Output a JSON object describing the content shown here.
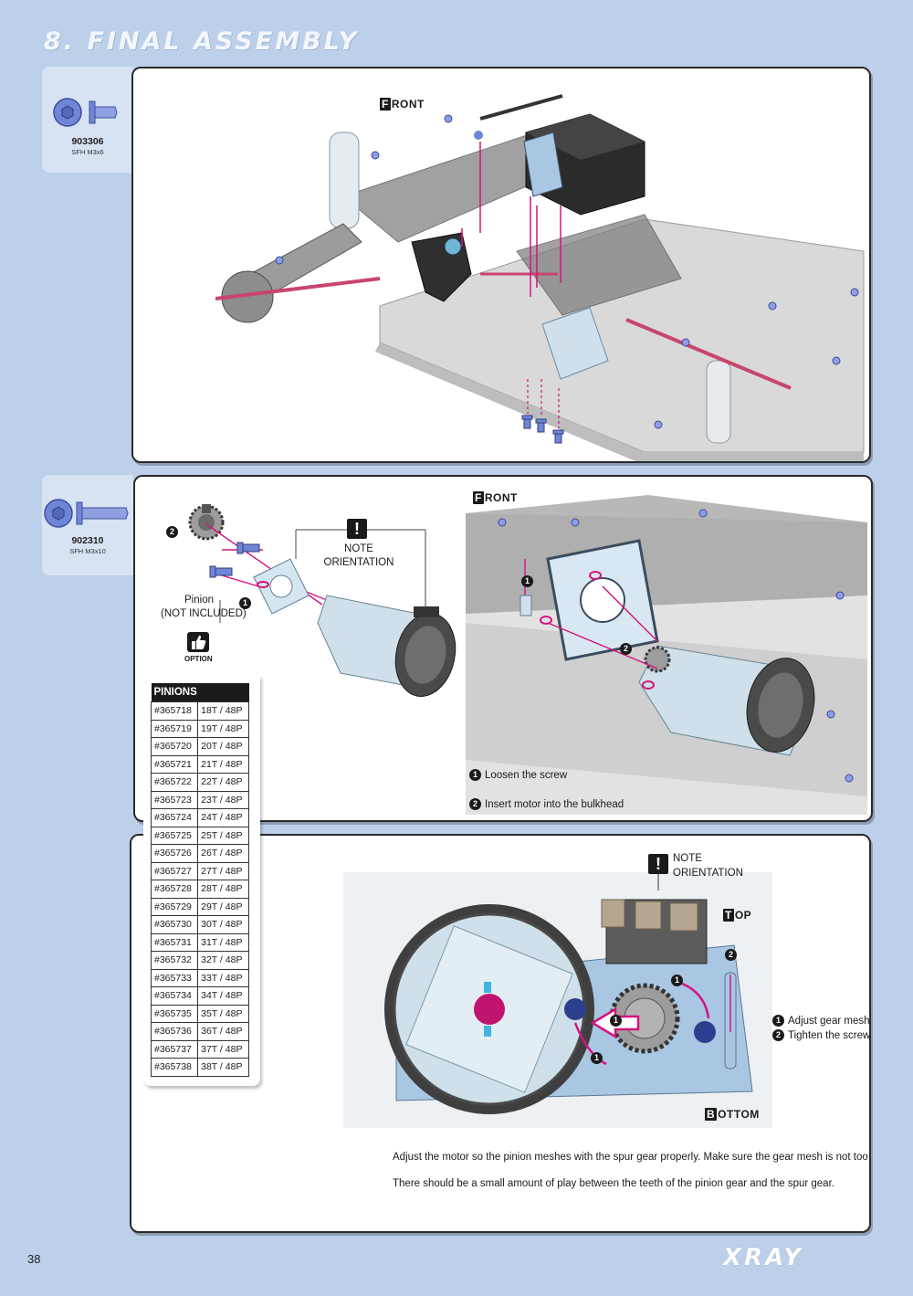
{
  "section_title": "8. FINAL ASSEMBLY",
  "page_number": "38",
  "brand": "XRAY",
  "parts": [
    {
      "code": "903306",
      "desc": "SFH M3x6"
    },
    {
      "code": "902310",
      "desc": "SFH M3x10"
    }
  ],
  "directions": {
    "front_first": "F",
    "front_rest": "RONT",
    "top_first": "T",
    "top_rest": "OP",
    "bottom_first": "B",
    "bottom_rest": "OTTOM"
  },
  "note_orientation": {
    "line1": "NOTE",
    "line2": "ORIENTATION",
    "mark": "!"
  },
  "pinion": {
    "line1": "Pinion",
    "line2": "(NOT INCLUDED)",
    "option_label": "OPTION"
  },
  "callout_numbers": [
    "1",
    "2"
  ],
  "step2_instructions": [
    "Loosen the screw",
    "Insert motor into the bulkhead"
  ],
  "step3_instructions": [
    "Adjust gear mesh",
    "Tighten the screw"
  ],
  "pinions_table": {
    "header": "PINIONS",
    "rows": [
      [
        "#365718",
        "18T / 48P"
      ],
      [
        "#365719",
        "19T / 48P"
      ],
      [
        "#365720",
        "20T / 48P"
      ],
      [
        "#365721",
        "21T / 48P"
      ],
      [
        "#365722",
        "22T / 48P"
      ],
      [
        "#365723",
        "23T / 48P"
      ],
      [
        "#365724",
        "24T / 48P"
      ],
      [
        "#365725",
        "25T / 48P"
      ],
      [
        "#365726",
        "26T / 48P"
      ],
      [
        "#365727",
        "27T / 48P"
      ],
      [
        "#365728",
        "28T / 48P"
      ],
      [
        "#365729",
        "29T / 48P"
      ],
      [
        "#365730",
        "30T / 48P"
      ],
      [
        "#365731",
        "31T / 48P"
      ],
      [
        "#365732",
        "32T / 48P"
      ],
      [
        "#365733",
        "33T / 48P"
      ],
      [
        "#365734",
        "34T / 48P"
      ],
      [
        "#365735",
        "35T / 48P"
      ],
      [
        "#365736",
        "36T / 48P"
      ],
      [
        "#365737",
        "37T / 48P"
      ],
      [
        "#365738",
        "38T / 48P"
      ]
    ]
  },
  "bottom_text": [
    "Adjust the motor so the pinion meshes with the spur gear properly. Make sure the gear mesh is not too tight.",
    "There should be a small amount of play between the teeth of the pinion gear and the spur gear."
  ],
  "colors": {
    "page_bg": "#bdd0ea",
    "accent_magenta": "#d4137e",
    "screw_blue": "#6f86d6",
    "motor_silver": "#cfe0ea"
  },
  "icons": [
    "hex-screw-head-icon",
    "flat-head-screw-icon",
    "exclamation-icon",
    "thumbs-up-icon",
    "number-badge-icon"
  ]
}
